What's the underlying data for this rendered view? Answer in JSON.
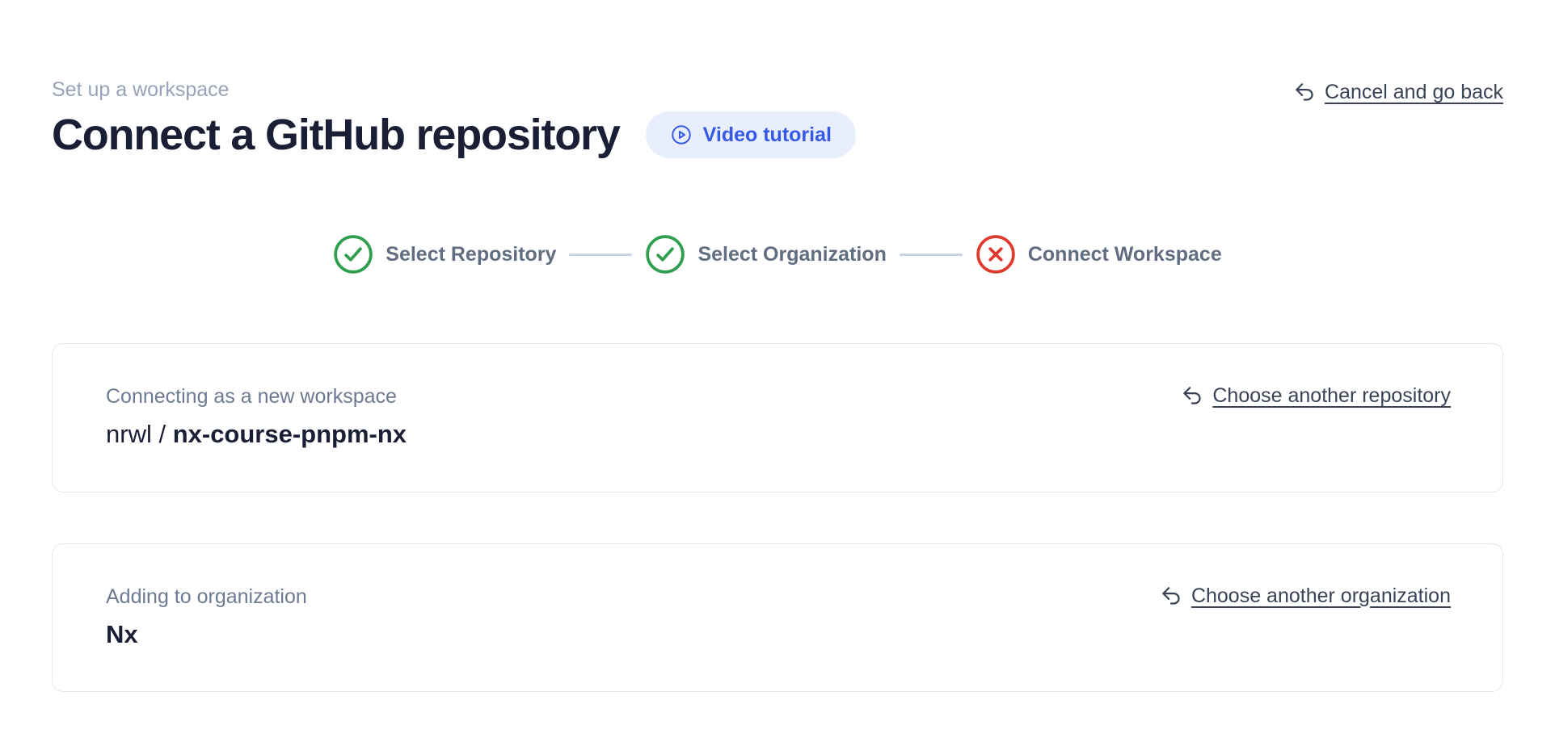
{
  "header": {
    "eyebrow": "Set up a workspace",
    "title": "Connect a GitHub repository",
    "video_tutorial_label": "Video tutorial",
    "cancel_label": "Cancel and go back"
  },
  "stepper": {
    "steps": [
      {
        "label": "Select Repository",
        "status": "complete"
      },
      {
        "label": "Select Organization",
        "status": "complete"
      },
      {
        "label": "Connect Workspace",
        "status": "error"
      }
    ]
  },
  "cards": [
    {
      "label": "Connecting as a new workspace",
      "value_prefix": "nrwl / ",
      "value_emphasis": "nx-course-pnpm-nx",
      "action_label": "Choose another repository"
    },
    {
      "label": "Adding to organization",
      "value_prefix": "",
      "value_emphasis": "Nx",
      "action_label": "Choose another organization"
    }
  ],
  "icons": {
    "video_tutorial": "play-circle-icon",
    "links": "undo-arrow-icon",
    "step_complete": "check-circle-icon",
    "step_error": "x-circle-icon"
  },
  "colors": {
    "accent_blue": "#3359e6",
    "accent_blue_bg": "#e9eefc",
    "success_green": "#2f9e4f",
    "error_red": "#e13a2e",
    "heading_text": "#1a1f36",
    "eyebrow_text": "#98a3b8",
    "step_label_text": "#616d80",
    "card_label_text": "#6d7a92",
    "link_text": "#3a4356",
    "card_border": "#e5e7f0",
    "connector_line": "#ccd4df"
  }
}
